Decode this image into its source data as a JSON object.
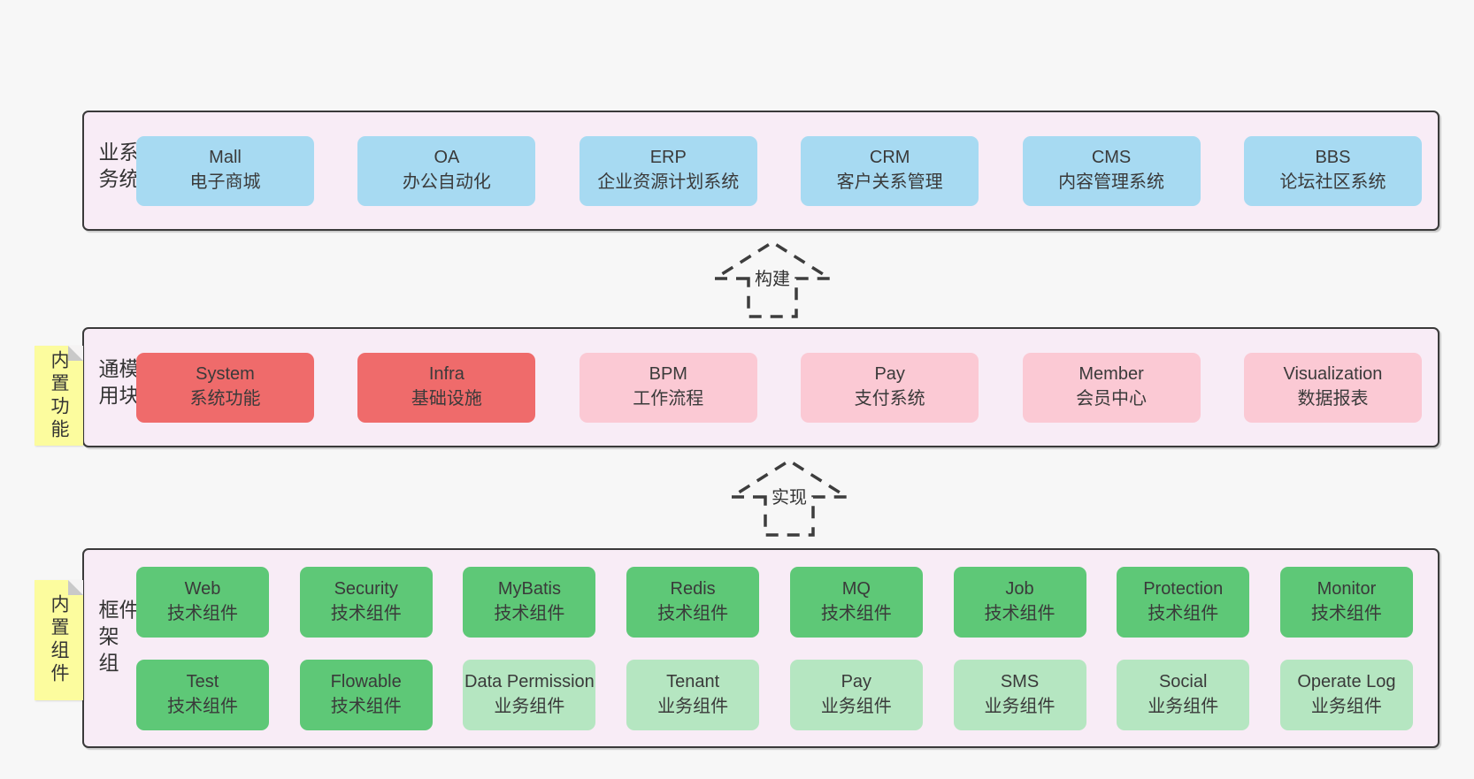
{
  "business": {
    "label": "业务系统",
    "items": [
      {
        "name": "Mall",
        "desc": "电子商城",
        "variant": "blue"
      },
      {
        "name": "OA",
        "desc": "办公自动化",
        "variant": "blue"
      },
      {
        "name": "ERP",
        "desc": "企业资源计划系统",
        "variant": "blue"
      },
      {
        "name": "CRM",
        "desc": "客户关系管理",
        "variant": "blue"
      },
      {
        "name": "CMS",
        "desc": "内容管理系统",
        "variant": "blue"
      },
      {
        "name": "BBS",
        "desc": "论坛社区系统",
        "variant": "blue"
      }
    ]
  },
  "arrows": [
    {
      "label": "构建"
    },
    {
      "label": "实现"
    }
  ],
  "modules": {
    "label": "通用模块",
    "sticky": "内置功能",
    "items": [
      {
        "name": "System",
        "desc": "系统功能",
        "variant": "red"
      },
      {
        "name": "Infra",
        "desc": "基础设施",
        "variant": "red"
      },
      {
        "name": "BPM",
        "desc": "工作流程",
        "variant": "pink"
      },
      {
        "name": "Pay",
        "desc": "支付系统",
        "variant": "pink"
      },
      {
        "name": "Member",
        "desc": "会员中心",
        "variant": "pink"
      },
      {
        "name": "Visualization",
        "desc": "数据报表",
        "variant": "pink"
      }
    ]
  },
  "components": {
    "label": "框架组件",
    "sticky": "内置组件",
    "row1": [
      {
        "name": "Web",
        "desc": "技术组件",
        "variant": "dark"
      },
      {
        "name": "Security",
        "desc": "技术组件",
        "variant": "dark"
      },
      {
        "name": "MyBatis",
        "desc": "技术组件",
        "variant": "dark"
      },
      {
        "name": "Redis",
        "desc": "技术组件",
        "variant": "dark"
      },
      {
        "name": "MQ",
        "desc": "技术组件",
        "variant": "dark"
      },
      {
        "name": "Job",
        "desc": "技术组件",
        "variant": "dark"
      },
      {
        "name": "Protection",
        "desc": "技术组件",
        "variant": "dark"
      },
      {
        "name": "Monitor",
        "desc": "技术组件",
        "variant": "dark"
      }
    ],
    "row2": [
      {
        "name": "Test",
        "desc": "技术组件",
        "variant": "dark"
      },
      {
        "name": "Flowable",
        "desc": "技术组件",
        "variant": "dark"
      },
      {
        "name": "Data Permission",
        "desc": "业务组件",
        "variant": "light"
      },
      {
        "name": "Tenant",
        "desc": "业务组件",
        "variant": "light"
      },
      {
        "name": "Pay",
        "desc": "业务组件",
        "variant": "light"
      },
      {
        "name": "SMS",
        "desc": "业务组件",
        "variant": "light"
      },
      {
        "name": "Social",
        "desc": "业务组件",
        "variant": "light"
      },
      {
        "name": "Operate Log",
        "desc": "业务组件",
        "variant": "light"
      }
    ]
  },
  "colors": {
    "page_bg": "#f7f7f7",
    "panel_bg": "#f8ecf6",
    "panel_border": "#3a3a3a",
    "blue": "#a7daf2",
    "red": "#ef6b6b",
    "pink": "#fbc9d4",
    "green_dark": "#5ec877",
    "green_light": "#b5e6c1",
    "sticky_yellow": "#fcfc9e",
    "arrow_stroke": "#3d3d3d"
  }
}
